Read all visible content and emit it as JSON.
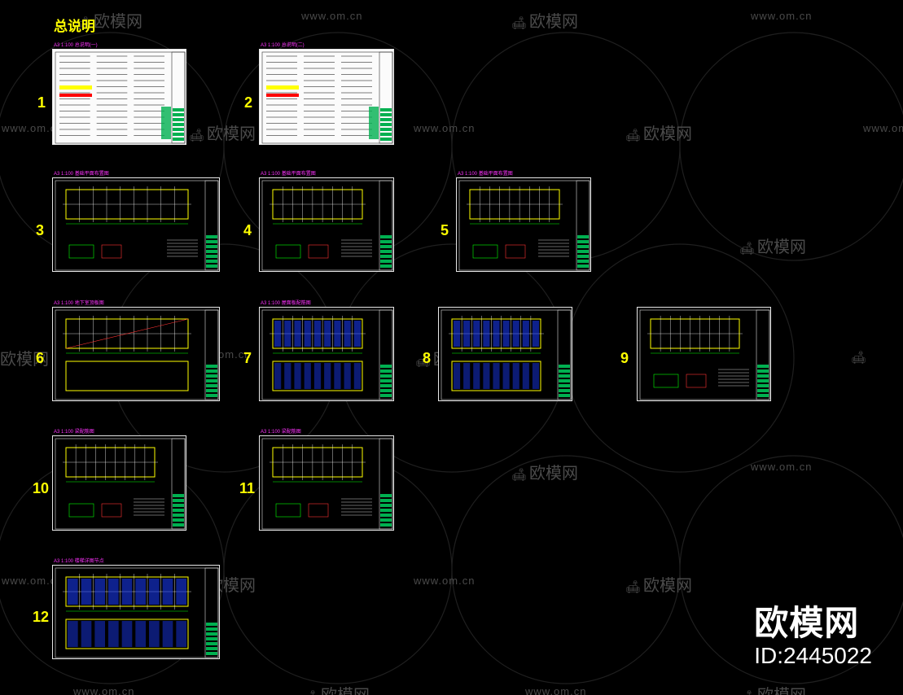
{
  "page_title": "总说明",
  "sheets": [
    {
      "num": "1",
      "label": "A3 1:100  总说明(一)",
      "variant": "white"
    },
    {
      "num": "2",
      "label": "A3 1:100  总说明(二)",
      "variant": "white"
    },
    {
      "num": "3",
      "label": "A3 1:100  基础平面布置图",
      "variant": "dark"
    },
    {
      "num": "4",
      "label": "A3 1:100  基础平面布置图",
      "variant": "dark"
    },
    {
      "num": "5",
      "label": "A3 1:100  基础平面布置图",
      "variant": "dark"
    },
    {
      "num": "6",
      "label": "A3 1:100  地下室顶板图",
      "variant": "dark"
    },
    {
      "num": "7",
      "label": "A3 1:100  屋面板配筋图",
      "variant": "dark"
    },
    {
      "num": "8",
      "label": "",
      "variant": "dark"
    },
    {
      "num": "9",
      "label": "",
      "variant": "dark"
    },
    {
      "num": "10",
      "label": "A3 1:100  梁配筋图",
      "variant": "dark"
    },
    {
      "num": "11",
      "label": "A3 1:100  梁配筋图",
      "variant": "dark"
    },
    {
      "num": "12",
      "label": "A3 1:100  楼梯详图节点",
      "variant": "dark"
    }
  ],
  "watermark": {
    "url_text": "www.om.cn",
    "logo_text": "欧模网",
    "logo_icon": "sofa-icon"
  },
  "brand": {
    "name": "欧模网",
    "id_text": "ID:2445022"
  },
  "colors": {
    "background": "#000000",
    "sheet_number": "#ffff00",
    "sheet_label": "#ff33ff",
    "watermark": "#4a4a4a",
    "brand": "#ffffff"
  }
}
